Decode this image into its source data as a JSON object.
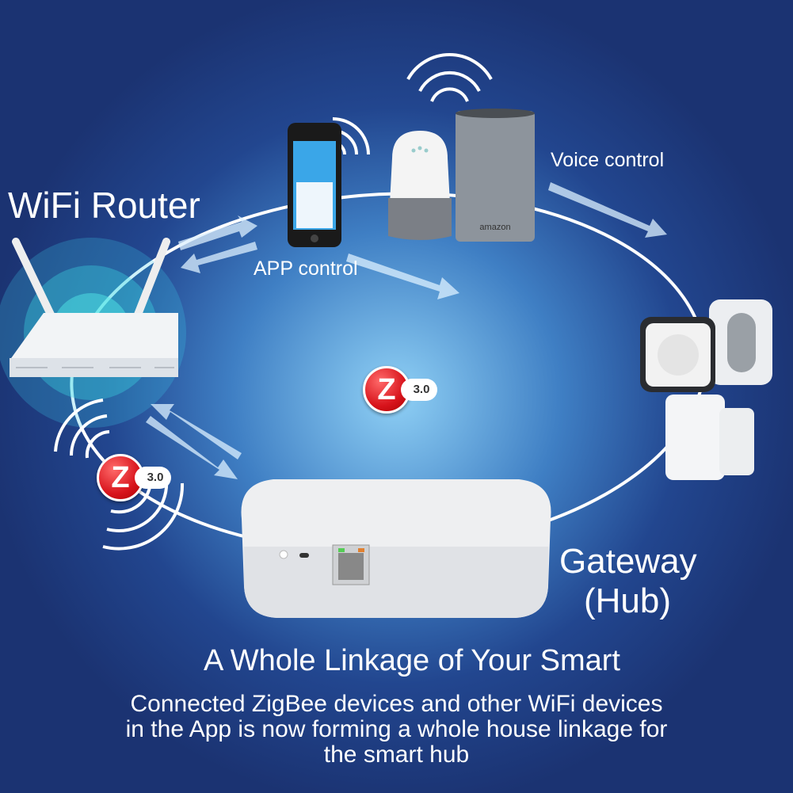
{
  "labels": {
    "wifi_router": "WiFi Router",
    "app_control": "APP control",
    "voice_control": "Voice control",
    "gateway_line1": "Gateway",
    "gateway_line2": "(Hub)"
  },
  "zigbee_badge": {
    "letter": "Z",
    "version": "3.0"
  },
  "echo_brand": "amazon",
  "footer": {
    "headline": "A Whole Linkage of Your Smart",
    "description": [
      "Connected ZigBee devices and other WiFi devices",
      "in the App is now forming a whole house linkage for",
      "the smart hub"
    ]
  },
  "colors": {
    "background_dark": "#1b3372",
    "background_light": "#8fd0f5",
    "zigbee_red": "#d8141c",
    "text": "#ffffff"
  }
}
